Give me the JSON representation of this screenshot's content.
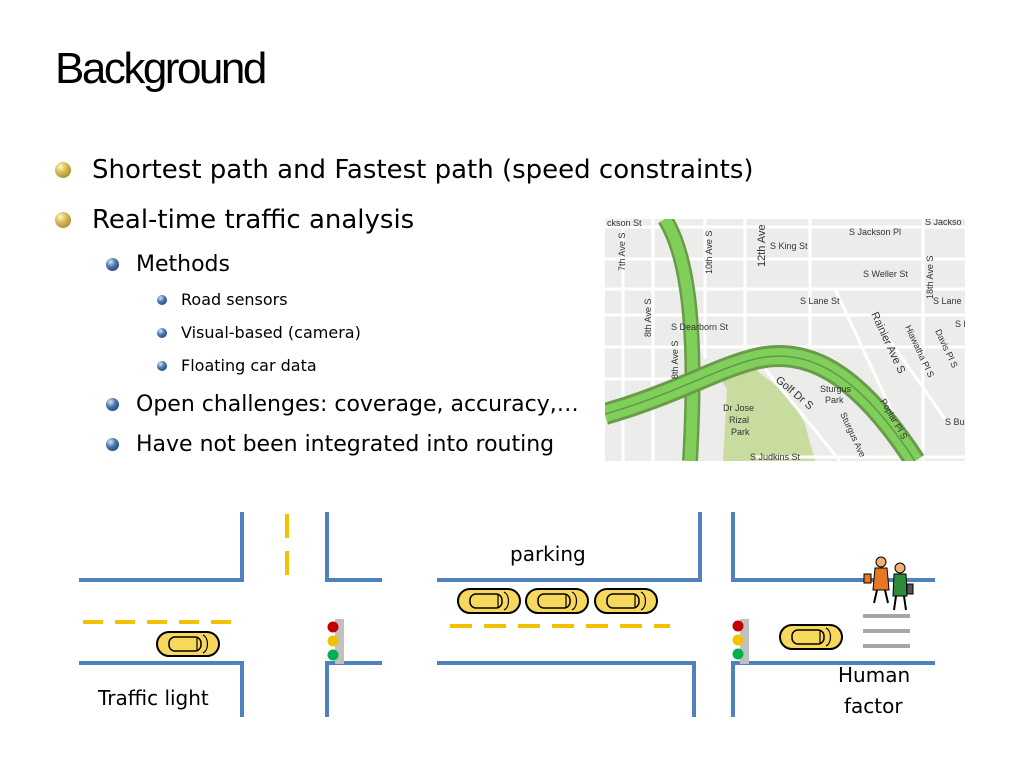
{
  "slide": {
    "title": "Background",
    "bullets": [
      "Shortest path and Fastest path (speed constraints)",
      "Real-time traffic analysis"
    ],
    "sub_bullets": [
      "Methods",
      "Open challenges: coverage, accuracy,…",
      "Have not been integrated into routing"
    ],
    "method_items": [
      "Road sensors",
      "Visual-based (camera)",
      "Floating car data"
    ]
  },
  "map": {
    "streets": [
      "S Jackson St",
      "S Jackson Pl",
      "S Jackson",
      "S King St",
      "S Weller St",
      "S Lane St",
      "S Lane",
      "S Dearborn St",
      "S D",
      "S Bush",
      "S Judkins St",
      "7th Ave S",
      "8th Ave S",
      "10th Ave S",
      "12th Ave",
      "18th Ave S",
      "Rainier Ave S",
      "Hiawatha Pl S",
      "Davis Pl S",
      "Golf Dr S",
      "Sturgus Ave",
      "Poplar Pl S",
      "Sturgus Park",
      "Dr Jose Rizal Park"
    ]
  },
  "diagram": {
    "labels": {
      "parking": "parking",
      "traffic_light": "Traffic light",
      "human_factor_1": "Human",
      "human_factor_2": "factor"
    },
    "colors": {
      "road": "#4f81bd",
      "lane_marking": "#f2c200",
      "car_body": "#f6d95c",
      "light_red": "#c00000",
      "light_yellow": "#f2c200",
      "light_green": "#00b050",
      "crosswalk": "#a6a6a6"
    }
  }
}
